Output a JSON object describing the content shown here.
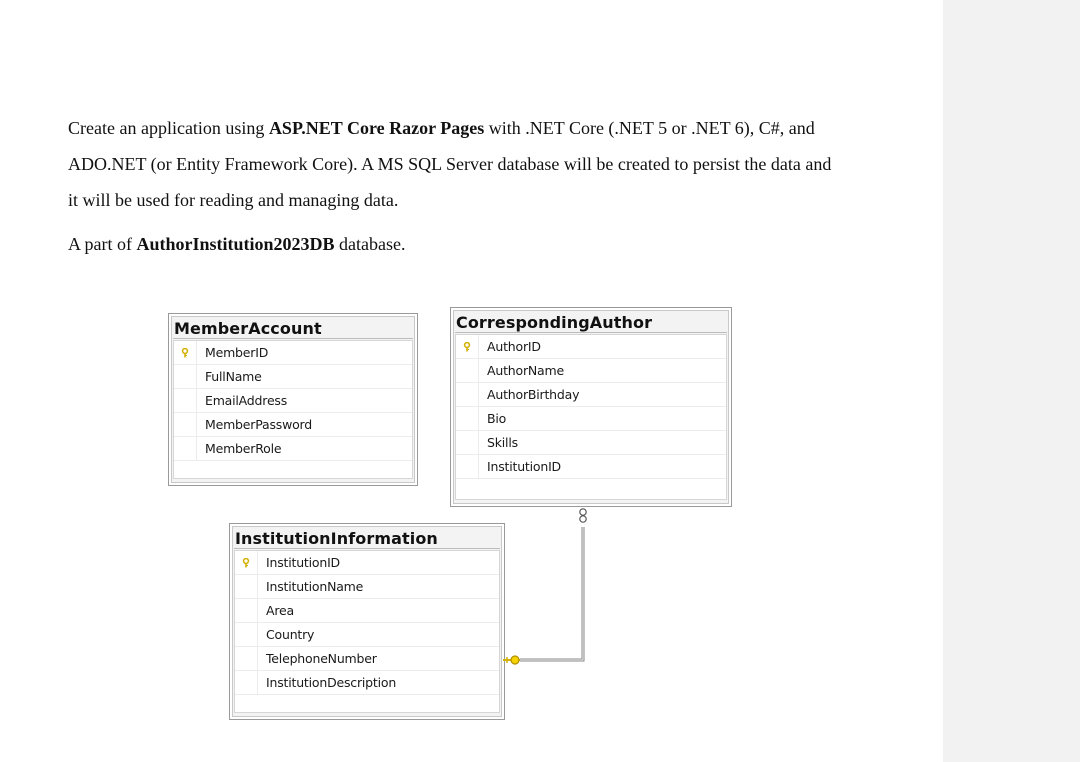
{
  "document": {
    "paragraph1": {
      "part1": "Create an application using ",
      "bold1": "ASP.NET Core Razor Pages",
      "part2": " with .NET Core (.NET 5 or .NET 6), C#, and ADO.NET (or Entity Framework Core). A MS SQL Server database will be created to persist the data and it will be used for reading and managing data."
    },
    "paragraph2": {
      "part1": "A part of ",
      "bold1": "AuthorInstitution2023DB",
      "part2": " database."
    }
  },
  "diagram": {
    "tables": [
      {
        "name": "MemberAccount",
        "columns": [
          {
            "name": "MemberID",
            "primary_key": true
          },
          {
            "name": "FullName",
            "primary_key": false
          },
          {
            "name": "EmailAddress",
            "primary_key": false
          },
          {
            "name": "MemberPassword",
            "primary_key": false
          },
          {
            "name": "MemberRole",
            "primary_key": false
          }
        ]
      },
      {
        "name": "CorrespondingAuthor",
        "columns": [
          {
            "name": "AuthorID",
            "primary_key": true
          },
          {
            "name": "AuthorName",
            "primary_key": false
          },
          {
            "name": "AuthorBirthday",
            "primary_key": false
          },
          {
            "name": "Bio",
            "primary_key": false
          },
          {
            "name": "Skills",
            "primary_key": false
          },
          {
            "name": "InstitutionID",
            "primary_key": false
          }
        ]
      },
      {
        "name": "InstitutionInformation",
        "columns": [
          {
            "name": "InstitutionID",
            "primary_key": true
          },
          {
            "name": "InstitutionName",
            "primary_key": false
          },
          {
            "name": "Area",
            "primary_key": false
          },
          {
            "name": "Country",
            "primary_key": false
          },
          {
            "name": "TelephoneNumber",
            "primary_key": false
          },
          {
            "name": "InstitutionDescription",
            "primary_key": false
          }
        ]
      }
    ],
    "relationships": [
      {
        "from": "InstitutionInformation",
        "to": "CorrespondingAuthor",
        "from_end": "one-key-icon",
        "to_end": "many-infinity-icon"
      }
    ],
    "colors": {
      "key_icon": "#d4b106",
      "connector": "#8a8a8a"
    }
  }
}
